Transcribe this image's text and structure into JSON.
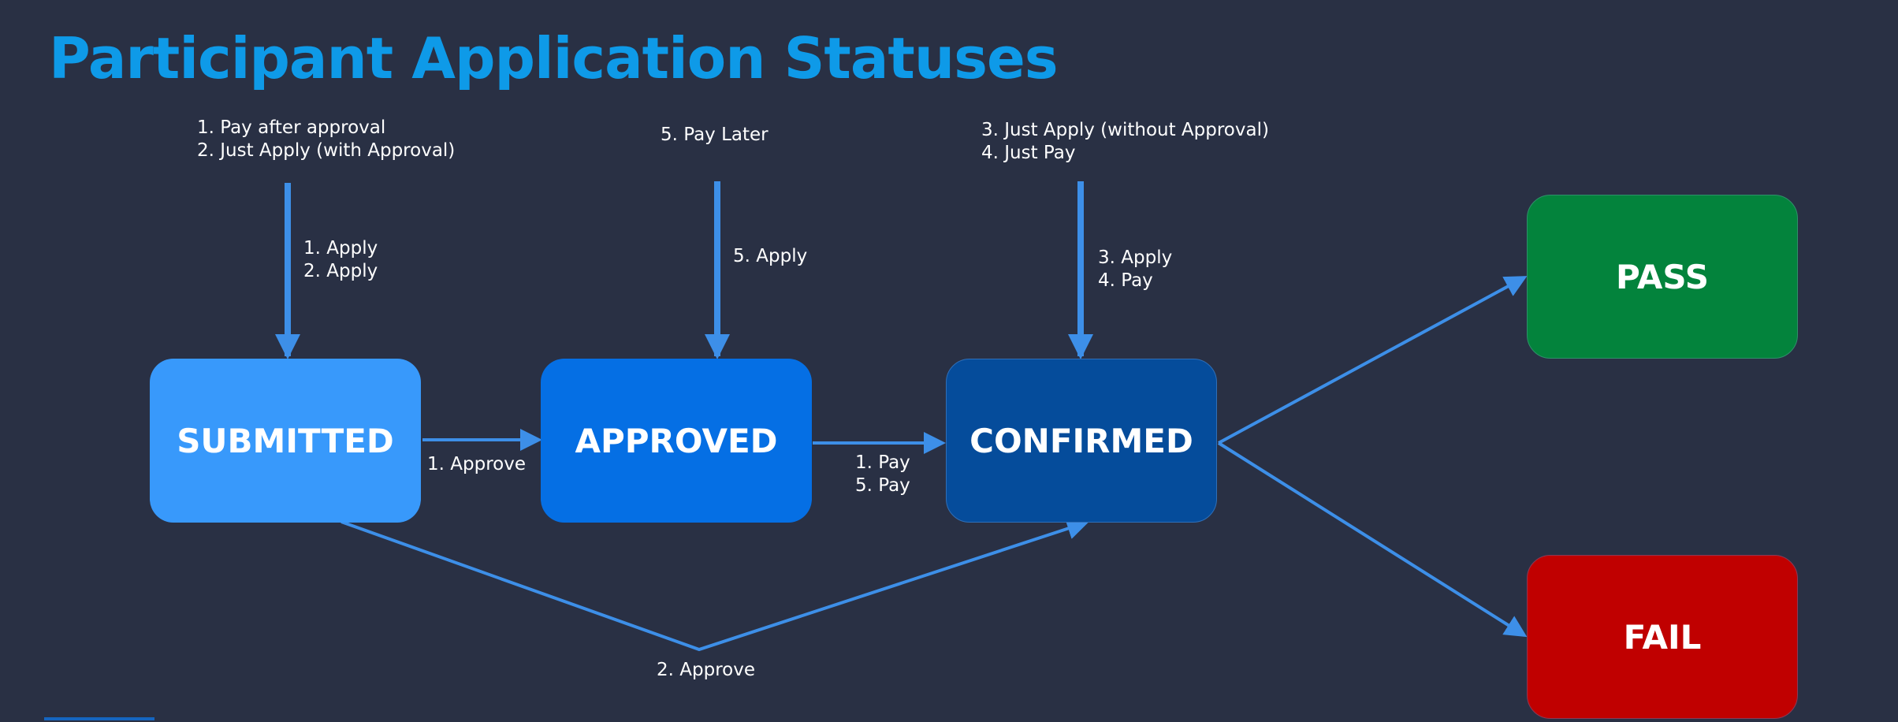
{
  "title": "Participant Application Statuses",
  "colors": {
    "background": "#293044",
    "title": "#0e9ae8",
    "arrow": "#3d8fe8",
    "submitted": "#3899fb",
    "approved": "#056fe4",
    "confirmed": "#054c9b",
    "pass": "#03833c",
    "fail": "#c00000"
  },
  "nodes": {
    "submitted": "SUBMITTED",
    "approved": "APPROVED",
    "confirmed": "CONFIRMED",
    "pass": "PASS",
    "fail": "FAIL"
  },
  "sources": {
    "submitted": [
      "1. Pay after approval",
      "2. Just Apply (with Approval)"
    ],
    "approved": [
      "5. Pay Later"
    ],
    "confirmed": [
      "3. Just Apply (without Approval)",
      "4. Just Pay"
    ]
  },
  "edge_labels": {
    "into_submitted": [
      "1.   Apply",
      "2.   Apply"
    ],
    "into_approved": [
      "5. Apply"
    ],
    "into_confirmed": [
      "3. Apply",
      "4. Pay"
    ],
    "submitted_to_approved": [
      "1. Approve"
    ],
    "approved_to_confirmed": [
      "1. Pay",
      "5. Pay"
    ],
    "submitted_to_confirmed": [
      "2. Approve"
    ]
  }
}
